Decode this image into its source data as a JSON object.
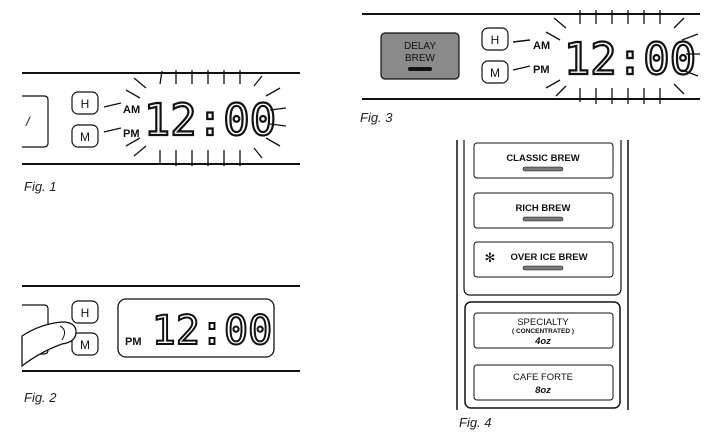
{
  "figures": {
    "fig1": {
      "caption": "Fig. 1",
      "hour_button": "H",
      "minute_button": "M",
      "am": "AM",
      "pm": "PM",
      "time": "12:00"
    },
    "fig2": {
      "caption": "Fig. 2",
      "hour_button": "H",
      "minute_button": "M",
      "pm": "PM",
      "time": "12:00"
    },
    "fig3": {
      "caption": "Fig. 3",
      "delay_line1": "DELAY",
      "delay_line2": "BREW",
      "hour_button": "H",
      "minute_button": "M",
      "am": "AM",
      "pm": "PM",
      "time": "12:00"
    },
    "fig4": {
      "caption": "Fig. 4",
      "buttons": [
        "CLASSIC BREW",
        "RICH BREW",
        "OVER ICE BREW"
      ],
      "specialty": {
        "line1": "SPECIALTY",
        "line2": "( CONCENTRATED )",
        "size": "4oz"
      },
      "cafe_forte": {
        "line1": "CAFE  FORTE",
        "size": "8oz"
      }
    }
  },
  "colors": {
    "ink": "#111111",
    "delay_button": "#8a8a8a",
    "indicator": "#7a7a7a"
  }
}
